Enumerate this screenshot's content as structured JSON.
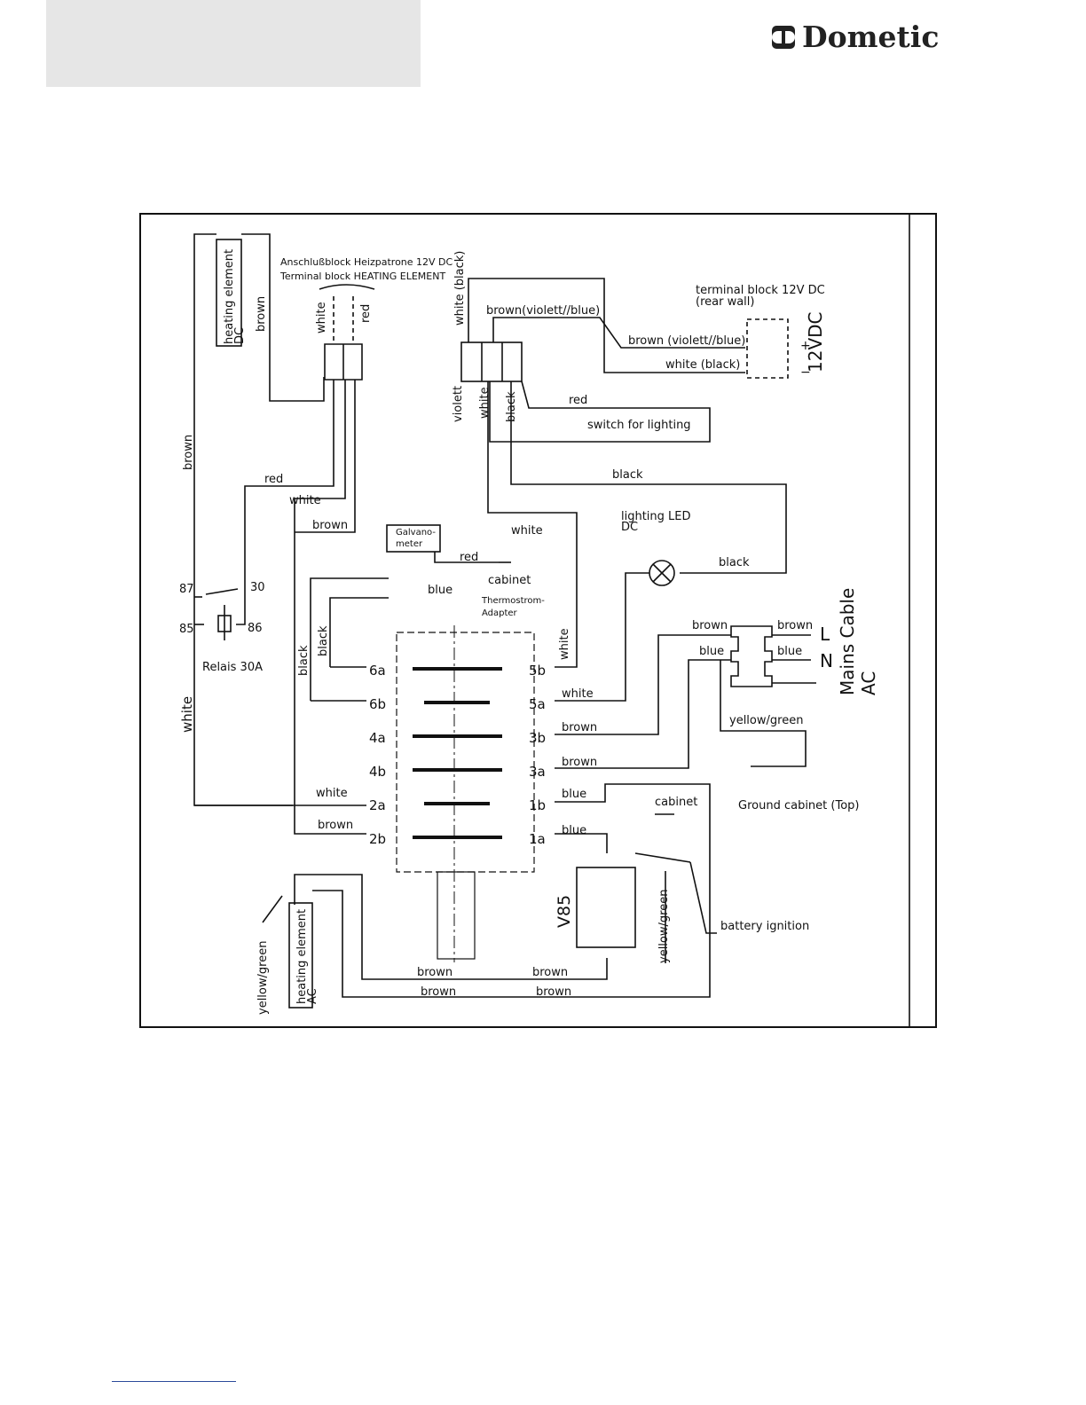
{
  "brand": {
    "name": "Dometic",
    "logo_icon": "dometic-logo-icon"
  },
  "diagram": {
    "title_de": "Anschlußblock Heizpatrone 12V DC",
    "title_en": "Terminal block HEATING ELEMENT",
    "heating_dc": [
      "heating element",
      "DC"
    ],
    "heating_ac": [
      "heating element",
      "AC"
    ],
    "terminal_12v": [
      "terminal block 12V DC",
      "(rear wall)"
    ],
    "v12dc": "12VDC",
    "plus": "+",
    "minus": "−",
    "mains": [
      "Mains Cable",
      "AC"
    ],
    "relay": {
      "name": "Relais 30A",
      "p87": "87",
      "p30": "30",
      "p85": "85",
      "p86": "86"
    },
    "switch_lighting": "switch for lighting",
    "lighting_led": [
      "lighting LED",
      "DC"
    ],
    "galvanometer": [
      "Galvano-",
      "meter"
    ],
    "thermo": [
      "Thermostrom-",
      "Adapter"
    ],
    "cabinet": "cabinet",
    "ground_cabinet": "Ground cabinet (Top)",
    "battery_ignition": "battery ignition",
    "v85": "V85",
    "lnz": {
      "L": "L",
      "N": "N"
    },
    "pins_left": [
      "6a",
      "6b",
      "4a",
      "4b",
      "2a",
      "2b"
    ],
    "pins_right": [
      "5b",
      "5a",
      "3b",
      "3a",
      "1b",
      "1a"
    ],
    "wires": {
      "brown": "brown",
      "red": "red",
      "white": "white",
      "black": "black",
      "blue": "blue",
      "violett": "violett",
      "yellow_green": "yellow/green",
      "white_black": "white (black)",
      "brown_violett_blue": "brown(violett//blue)",
      "brown_violett_blue_2": "brown (violett//blue)",
      "white_black_2": "white (black)"
    }
  }
}
